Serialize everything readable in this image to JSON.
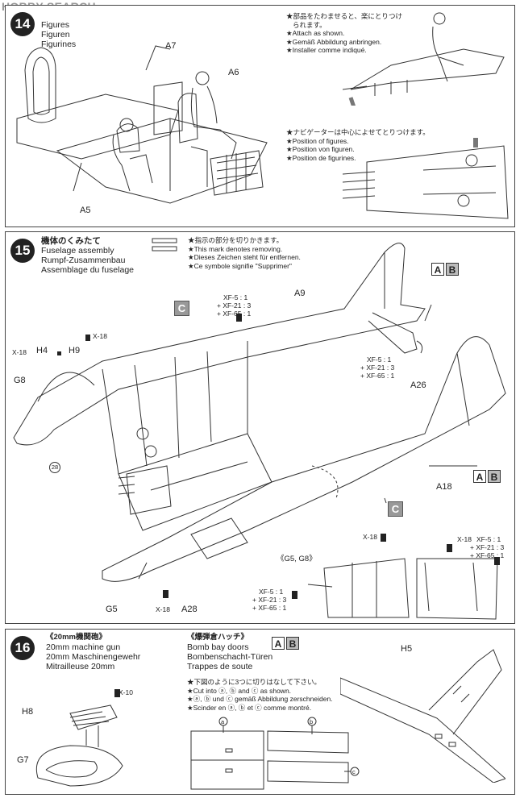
{
  "watermark": "HOBBY SEARCH",
  "step14": {
    "number": "14",
    "titles": [
      "フィギュアの取り付け",
      "Figures",
      "Figuren",
      "Figurines"
    ],
    "note_a": [
      "★部品をたわませると、楽にとりつけ",
      "られます。",
      "★Attach as shown.",
      "★Gemäß Abbildung anbringen.",
      "★Installer comme indiqué."
    ],
    "note_b": [
      "★ナビゲーターは中心によせてとりつけます。",
      "★Position of figures.",
      "★Position von figuren.",
      "★Position de figurines."
    ],
    "parts": {
      "a7": "A7",
      "a6": "A6",
      "a5": "A5"
    }
  },
  "step15": {
    "number": "15",
    "titles": [
      "機体のくみたて",
      "Fuselage assembly",
      "Rumpf-Zusammenbau",
      "Assemblage du fuselage"
    ],
    "cut_note": [
      "★指示の部分を切りかきます。",
      "★This mark denotes removing.",
      "★Dieses Zeichen steht für entfernen.",
      "★Ce symbole signifie \"Supprimer\""
    ],
    "parts": {
      "a9": "A9",
      "a26": "A26",
      "a18": "A18",
      "a28": "A28",
      "g5": "G5",
      "g8": "G8",
      "h4": "H4",
      "h9": "H9",
      "x18": "X-18",
      "g5g8": "《G5, G8》",
      "circ28": "28"
    },
    "paint": [
      "XF-5 : 1",
      "+ XF-21 : 3",
      "+ XF-65 : 1"
    ],
    "badge_a": "A",
    "badge_b": "B",
    "badge_c": "C"
  },
  "step16": {
    "number": "16",
    "gun_titles": [
      "《20mm機関砲》",
      "20mm machine gun",
      "20mm Maschinengewehr",
      "Mitrailleuse 20mm"
    ],
    "bay_titles": [
      "《爆弾倉ハッチ》",
      "Bomb bay doors",
      "Bombenschacht-Türen",
      "Trappes de soute"
    ],
    "cut_note": [
      "★下図のように3つに切りはなして下さい。",
      "★Cut into ⓐ, ⓑ and ⓒ as shown.",
      "★ⓐ, ⓑ und ⓒ gemäß Abbildung zerschneiden.",
      "★Scinder en ⓐ, ⓑ et ⓒ comme montré."
    ],
    "parts": {
      "h8": "H8",
      "g7": "G7",
      "x10": "X-10",
      "h5": "H5",
      "a": "a",
      "b": "b",
      "c": "c"
    },
    "badge_a": "A",
    "badge_b": "B"
  }
}
